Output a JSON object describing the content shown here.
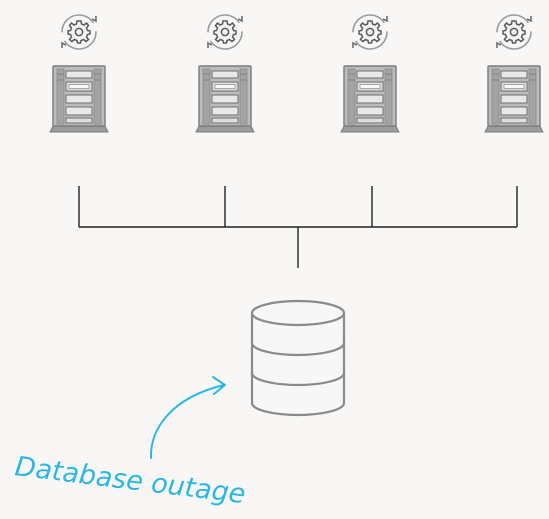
{
  "diagram": {
    "servers": [
      {
        "id": "server-1",
        "icon": "server-tower-icon",
        "process_icon": "gear-sync-icon"
      },
      {
        "id": "server-2",
        "icon": "server-tower-icon",
        "process_icon": "gear-sync-icon"
      },
      {
        "id": "server-3",
        "icon": "server-tower-icon",
        "process_icon": "gear-sync-icon"
      },
      {
        "id": "server-4",
        "icon": "server-tower-icon",
        "process_icon": "gear-sync-icon"
      }
    ],
    "database": {
      "icon": "database-icon"
    },
    "annotation": {
      "text": "Database outage",
      "color": "#2bb7e6"
    },
    "colors": {
      "line": "#222222",
      "icon_stroke": "#8a8a8a",
      "icon_fill": "#b5b5b5",
      "background": "#f8f7f5"
    }
  }
}
